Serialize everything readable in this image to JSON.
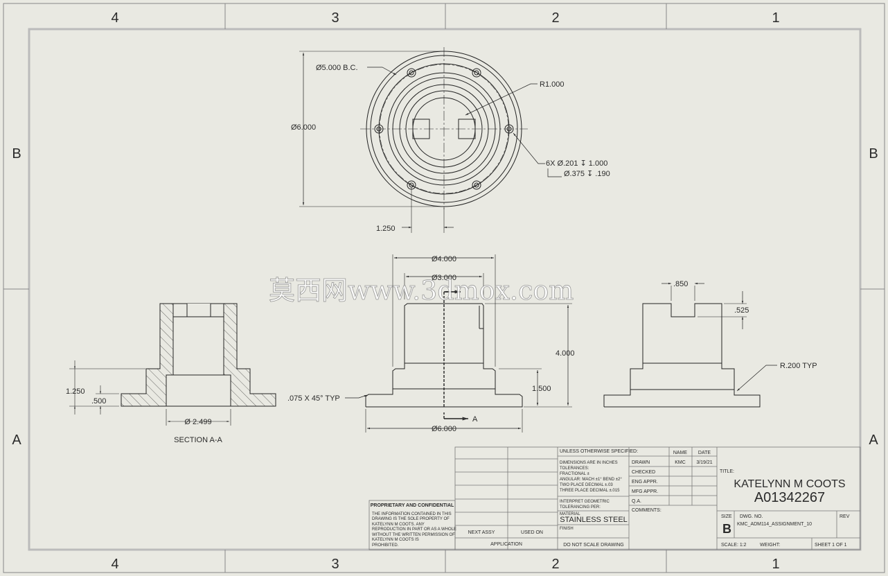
{
  "zones": {
    "top": [
      "4",
      "3",
      "2",
      "1"
    ],
    "side": [
      "B",
      "A"
    ]
  },
  "top_view": {
    "bc_dim": "Ø5.000 B.C.",
    "outer_dia": "Ø6.000",
    "radius": "R1.000",
    "hole_note_1": "6X  Ø.201 ↧ 1.000",
    "hole_note_2": "Ø.375 ↧ .190",
    "offset_dim": "1.250"
  },
  "front_view": {
    "dia_top_outer": "Ø4.000",
    "dia_top_inner": "Ø3.000",
    "height": "4.000",
    "flange_height": "1.500",
    "chamfer": ".075 X 45° TYP",
    "base_dia": "Ø6.000",
    "section_a": "A"
  },
  "section_view": {
    "dim_1250": "1.250",
    "dim_500": ".500",
    "bore_dia": "Ø 2.499",
    "label": "SECTION A-A"
  },
  "right_view": {
    "slot_width": ".850",
    "slot_depth": ".525",
    "fillet": "R.200 TYP"
  },
  "watermark": "莫西网www.3dmox.com",
  "title_block": {
    "proprietary_title": "PROPRIETARY AND CONFIDENTIAL",
    "proprietary_text": [
      "THE INFORMATION CONTAINED IN THIS",
      "DRAWING IS THE SOLE PROPERTY OF",
      "KATELYNN M COOTS. ANY",
      "REPRODUCTION IN PART OR AS A WHOLE",
      "WITHOUT THE WRITTEN PERMISSION OF",
      "KATELYNN M COOTS IS",
      "PROHIBITED."
    ],
    "next_assy": "NEXT ASSY",
    "used_on": "USED ON",
    "application": "APPLICATION",
    "unless": "UNLESS OTHERWISE SPECIFIED:",
    "tol_lines": [
      "DIMENSIONS ARE IN INCHES",
      "TOLERANCES:",
      "FRACTIONAL ±",
      "ANGULAR: MACH ±1°  BEND ±2°",
      "TWO PLACE DECIMAL   ±.03",
      "THREE PLACE DECIMAL  ±.015"
    ],
    "geom_lines": [
      "INTERPRET GEOMETRIC",
      "TOLERANCING PER:"
    ],
    "material_label": "MATERIAL",
    "material": "STAINLESS STEEL",
    "finish_label": "FINISH",
    "do_not_scale": "DO NOT SCALE DRAWING",
    "name_hdr": "NAME",
    "date_hdr": "DATE",
    "rows": [
      "DRAWN",
      "CHECKED",
      "ENG APPR.",
      "MFG APPR.",
      "Q.A."
    ],
    "drawn_name": "KMC",
    "drawn_date": "3/19/21",
    "comments": "COMMENTS:",
    "title_label": "TITLE:",
    "title_1": "KATELYNN M COOTS",
    "title_2": "A01342267",
    "size_label": "SIZE",
    "size": "B",
    "dwg_no_label": "DWG.  NO.",
    "dwg_no": "KMC_ADM114_ASSIGNMENT_10",
    "rev_label": "REV",
    "scale": "SCALE: 1:2",
    "weight": "WEIGHT:",
    "sheet": "SHEET 1 OF 1"
  }
}
